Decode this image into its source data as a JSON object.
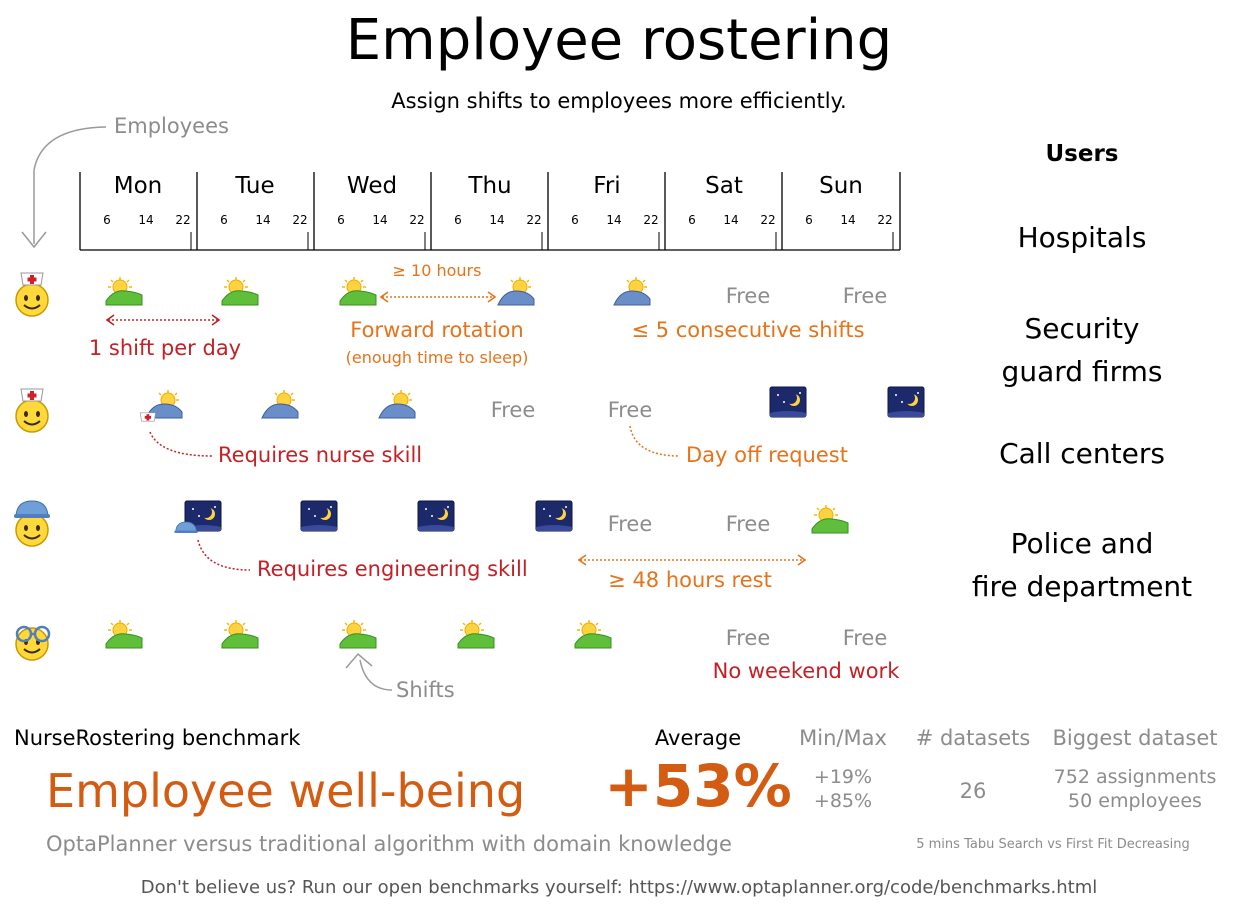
{
  "title": "Employee rostering",
  "subtitle": "Assign shifts to employees more efficiently.",
  "employees_label": "Employees",
  "shifts_label": "Shifts",
  "days": [
    "Mon",
    "Tue",
    "Wed",
    "Thu",
    "Fri",
    "Sat",
    "Sun"
  ],
  "hour_ticks": [
    "6",
    "14",
    "22"
  ],
  "users": {
    "heading": "Users",
    "items": [
      "Hospitals",
      "Security\nguard firms",
      "Call centers",
      "Police and\nfire department"
    ]
  },
  "free_label": "Free",
  "constraints": {
    "one_shift_per_day": "1 shift per day",
    "min_hours": "≥ 10 hours",
    "forward_rotation": "Forward rotation",
    "enough_sleep": "(enough time to sleep)",
    "max_consecutive": "≤ 5 consecutive shifts",
    "nurse_skill": "Requires nurse skill",
    "day_off": "Day off request",
    "engineering_skill": "Requires engineering skill",
    "rest_48": "≥ 48 hours rest",
    "no_weekend": "No weekend work"
  },
  "benchmark": {
    "name": "NurseRostering benchmark",
    "headline": "Employee well-being",
    "comparison": "OptaPlanner versus traditional algorithm with domain knowledge",
    "average_label": "Average",
    "average_value": "+53%",
    "minmax_label": "Min/Max",
    "min_value": "+19%",
    "max_value": "+85%",
    "datasets_label": "# datasets",
    "datasets_value": "26",
    "biggest_label": "Biggest dataset",
    "biggest_line1": "752 assignments",
    "biggest_line2": "50 employees",
    "method": "5 mins Tabu Search vs First Fit Decreasing"
  },
  "footer": "Don't believe us? Run our open benchmarks yourself: https://www.optaplanner.org/code/benchmarks.html",
  "colors": {
    "red": "#c42026",
    "orange": "#e6731a",
    "headline_orange": "#d35c12",
    "gray": "#8c8c8c",
    "day_shift_green": "#5fbf3a",
    "mid_shift_blue": "#6a8fc8",
    "night_shift_navy": "#1c2a6b"
  }
}
